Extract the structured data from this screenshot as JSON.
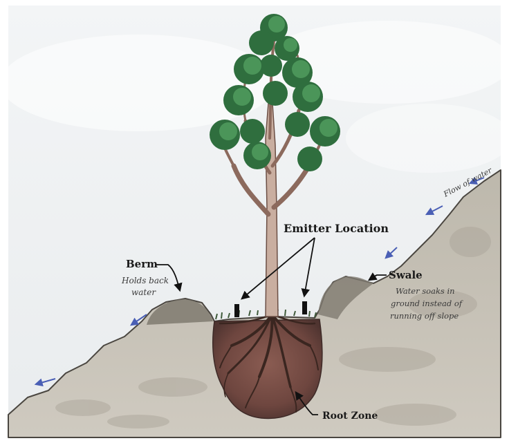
{
  "labels": {
    "emitter": "Emitter Location",
    "berm_title": "Berm",
    "berm_desc_1": "Holds back",
    "berm_desc_2": "water",
    "swale_title": "Swale",
    "swale_desc_1": "Water soaks in",
    "swale_desc_2": "ground instead of",
    "swale_desc_3": "running off slope",
    "flow": "Flow of water",
    "root_zone": "Root Zone"
  },
  "colors": {
    "soil": "#c9c4b8",
    "soil_dark": "#a8a296",
    "root_zone": "#7a5048",
    "foliage": "#3f8a4e",
    "trunk": "#c9aea0",
    "arrow_blue": "#4a5fb5",
    "emitter": "#111111"
  }
}
